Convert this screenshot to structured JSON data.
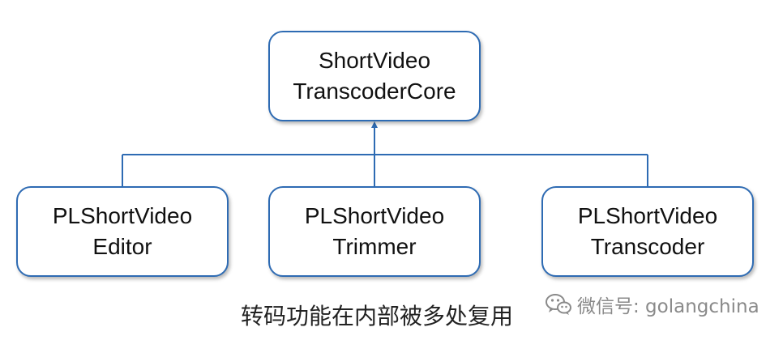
{
  "diagram": {
    "colors": {
      "node_border": "#2e6bb3",
      "connector": "#2e6bb3",
      "text": "#111111"
    },
    "nodes": {
      "core": {
        "line1": "ShortVideo",
        "line2": "TranscoderCore"
      },
      "editor": {
        "line1": "PLShortVideo",
        "line2": "Editor"
      },
      "trimmer": {
        "line1": "PLShortVideo",
        "line2": "Trimmer"
      },
      "transcoder": {
        "line1": "PLShortVideo",
        "line2": "Transcoder"
      }
    },
    "edges": [
      {
        "from": "editor",
        "to": "core"
      },
      {
        "from": "trimmer",
        "to": "core"
      },
      {
        "from": "transcoder",
        "to": "core"
      }
    ]
  },
  "caption": "转码功能在内部被多处复用",
  "watermark": {
    "icon": "wechat-icon",
    "text": "微信号: golangchina"
  }
}
